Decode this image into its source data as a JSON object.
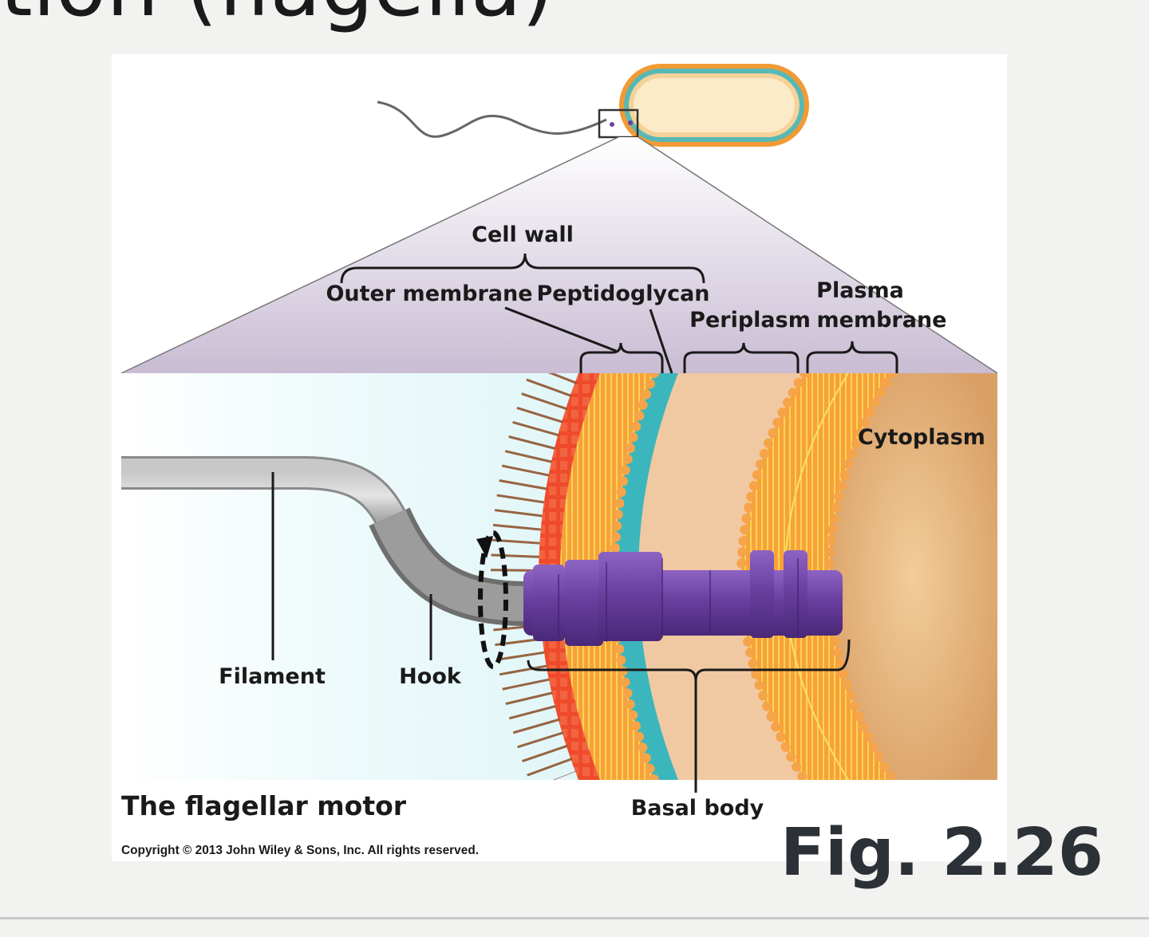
{
  "slide": {
    "title_fragment": "tion (flagella)",
    "figure_number": "Fig. 2.26"
  },
  "figure": {
    "labels": {
      "cell_wall": "Cell wall",
      "outer_membrane": "Outer membrane",
      "peptidoglycan": "Peptidoglycan",
      "periplasm": "Periplasm",
      "plasma": "Plasma",
      "membrane": "membrane",
      "cytoplasm": "Cytoplasm",
      "filament": "Filament",
      "hook": "Hook",
      "basal_body": "Basal body"
    },
    "caption": "The flagellar motor",
    "copyright": "Copyright © 2013 John Wiley & Sons, Inc. All rights reserved."
  },
  "colors": {
    "motor": "#6a3fa0",
    "peptidoglycan": "#3cb6bd",
    "cytoplasm": "#e8b77e",
    "periplasm": "#f0c9a2",
    "membrane": "#f7a13a",
    "outer_leaflet": "#e8402a",
    "extracellular": "#d4f1f4"
  }
}
